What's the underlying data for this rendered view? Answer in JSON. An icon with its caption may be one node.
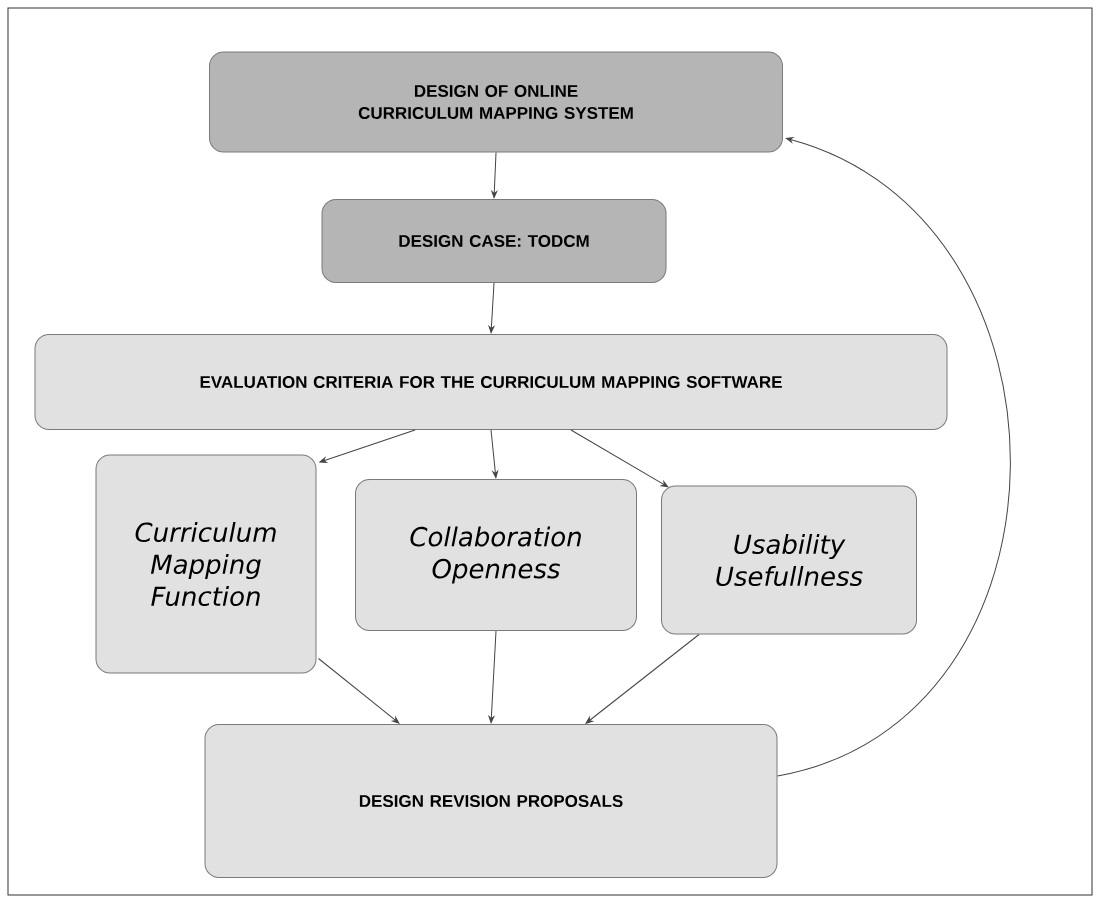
{
  "diagram": {
    "nodes": [
      {
        "text": [
          "DESIGN OF ONLINE CURRICULUM MAPPING SYSTEM"
        ]
      },
      {
        "text": [
          "DESIGN CASE: TODCM"
        ]
      },
      {
        "text": [
          "EVALUATION CRITERIA FOR THE CURRICULUM MAPPING SOFTWARE"
        ]
      },
      {
        "text": [
          "Curriculum Mapping Function"
        ]
      },
      {
        "text": [
          "Collaboration Openness"
        ]
      },
      {
        "text": [
          "Usability Usefullness"
        ]
      },
      {
        "text": [
          "DESIGN REVISION PROPOSALS"
        ]
      }
    ],
    "edges": [
      {
        "from": 0,
        "to": 1,
        "arrow": "to"
      },
      {
        "from": 1,
        "to": 2,
        "arrow": "to"
      },
      {
        "from": 2,
        "to": 3,
        "arrow": "to"
      },
      {
        "from": 2,
        "to": 4,
        "arrow": "to"
      },
      {
        "from": 2,
        "to": 5,
        "arrow": "to"
      },
      {
        "from": 3,
        "to": 6,
        "arrow": "to"
      },
      {
        "from": 4,
        "to": 6,
        "arrow": "to"
      },
      {
        "from": 5,
        "to": 6,
        "arrow": "to"
      },
      {
        "from": 6,
        "to": 0,
        "arrow": "to"
      }
    ]
  }
}
